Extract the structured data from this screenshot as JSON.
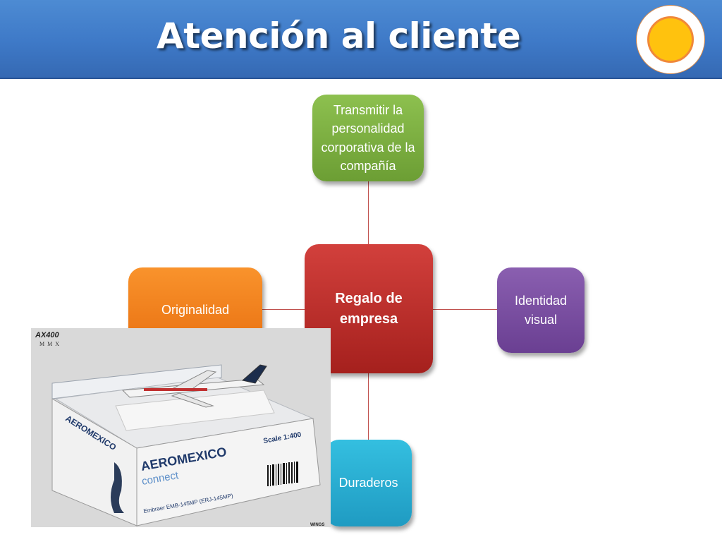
{
  "header": {
    "title": "Atención al cliente"
  },
  "diagram": {
    "center": {
      "label": "Regalo de empresa"
    },
    "top": {
      "label": "Transmitir la personalidad corporativa de la compañía"
    },
    "left": {
      "label": "Originalidad"
    },
    "right": {
      "label": "Identidad visual"
    },
    "bottom": {
      "label": "Duraderos"
    }
  },
  "photo": {
    "brand_top": "AX400",
    "brand_sub": "MMX",
    "box_brand": "AEROMEXICO",
    "box_sub": "connect",
    "scale": "Scale 1:400",
    "model": "Embraer EMB-145MP (ERJ-145MP)",
    "maker": "WINGS"
  },
  "colors": {
    "header": "#3e79c7",
    "center": "#c0392b",
    "top": "#77aa3f",
    "left": "#f58220",
    "right": "#7b4fa6",
    "bottom": "#27acd3",
    "connector": "#c0504d",
    "badge": "#ffc20e"
  }
}
